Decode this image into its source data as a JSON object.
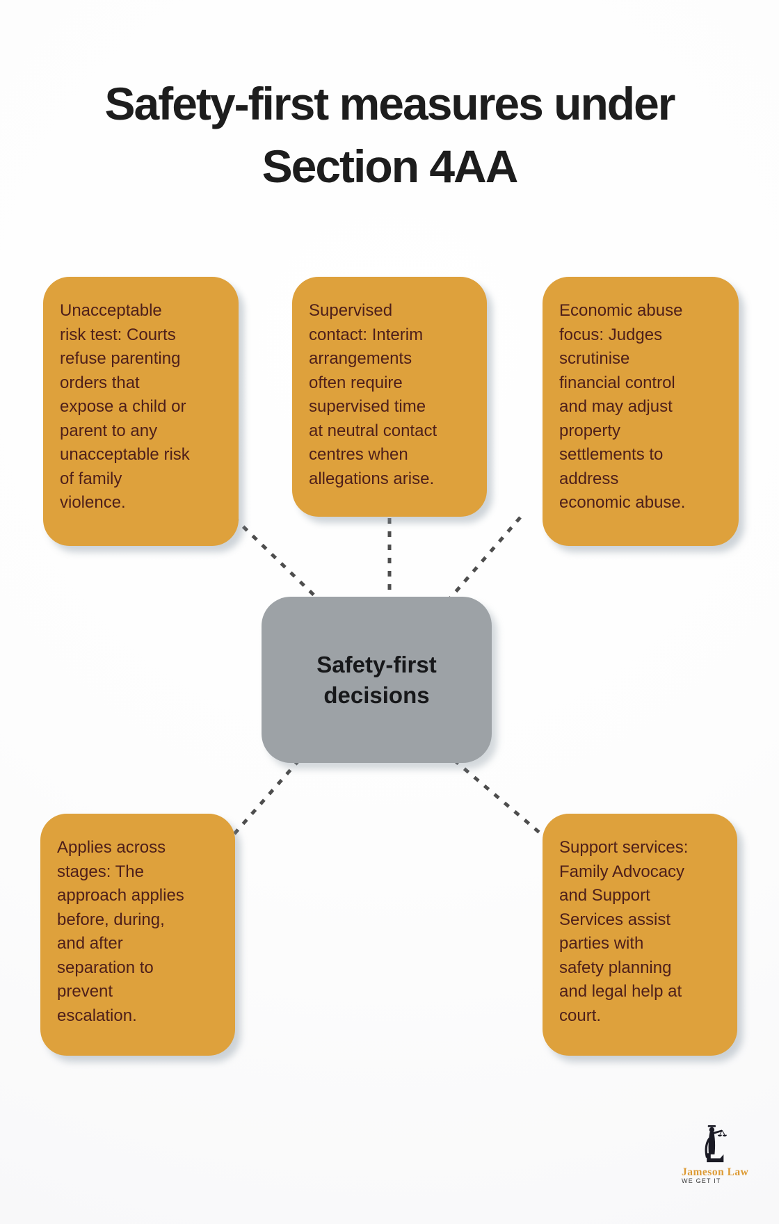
{
  "title": {
    "lines": [
      "Safety-first measures under",
      "Section 4AA"
    ]
  },
  "center_node": {
    "lines": [
      "Safety-first",
      "decisions"
    ]
  },
  "nodes": [
    {
      "name": "unacceptable-risk-test",
      "lines": [
        "Unacceptable",
        "risk test: Courts",
        "refuse parenting",
        "orders that",
        "expose a child or",
        "parent to any",
        "unacceptable risk",
        "of family",
        "violence."
      ]
    },
    {
      "name": "supervised-contact",
      "lines": [
        "Supervised",
        "contact: Interim",
        "arrangements",
        "often require",
        "supervised time",
        "at neutral contact",
        "centres when",
        "allegations arise."
      ]
    },
    {
      "name": "economic-abuse-focus",
      "lines": [
        "Economic abuse",
        "focus: Judges",
        "scrutinise",
        "financial control",
        "and may adjust",
        "property",
        "settlements to",
        "address",
        "economic abuse."
      ]
    },
    {
      "name": "applies-across-stages",
      "lines": [
        "Applies across",
        "stages: The",
        "approach applies",
        "before, during,",
        "and after",
        "separation to",
        "prevent",
        "escalation."
      ]
    },
    {
      "name": "support-services",
      "lines": [
        "Support services:",
        "Family Advocacy",
        "and Support",
        "Services assist",
        "parties with",
        "safety planning",
        "and legal help at",
        "court."
      ]
    }
  ],
  "logo": {
    "name": "Jameson Law",
    "tagline": "WE GET IT"
  },
  "colors": {
    "node_bg": "#DEA13C",
    "node_text": "#4E1F1A",
    "center_bg": "#9DA2A6",
    "center_text": "#17181A",
    "connector": "#4D4D4D",
    "title": "#1D1D1D",
    "logo_gold": "#DD9A33",
    "logo_figure": "#1A1A24"
  }
}
